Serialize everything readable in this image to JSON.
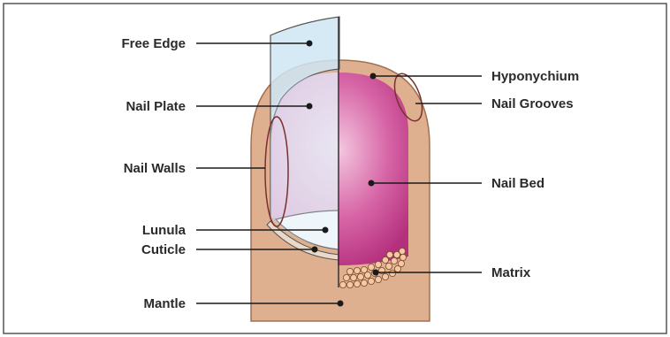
{
  "diagram": {
    "title": "",
    "labels": {
      "free_edge": "Free Edge",
      "nail_plate": "Nail Plate",
      "nail_walls": "Nail Walls",
      "lunula": "Lunula",
      "cuticle": "Cuticle",
      "mantle": "Mantle",
      "hyponychium": "Hyponychium",
      "nail_grooves": "Nail Grooves",
      "nail_bed": "Nail Bed",
      "matrix": "Matrix"
    },
    "colors": {
      "skin": "#deb08f",
      "nail_bed": "#c8438e",
      "nail_plate": "#cfe6f5",
      "pointer": "#1a1a1a",
      "frame": "#555555"
    }
  }
}
